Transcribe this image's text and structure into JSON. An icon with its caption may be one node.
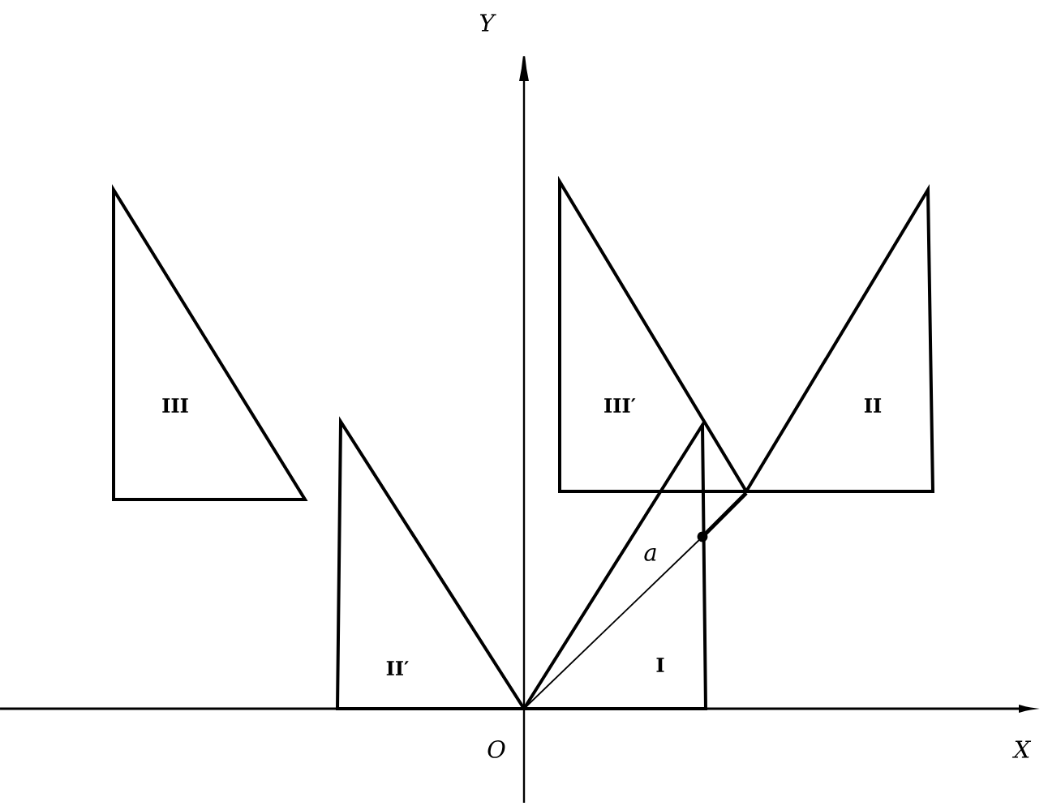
{
  "diagram": {
    "nodes": [
      {
        "text": [
          "III"
        ]
      },
      {
        "text": [
          "III′"
        ]
      },
      {
        "text": [
          "II"
        ]
      },
      {
        "text": [
          "II′"
        ]
      },
      {
        "text": [
          "I"
        ]
      }
    ],
    "labels": [
      "Y",
      "a",
      "O",
      "X"
    ]
  }
}
